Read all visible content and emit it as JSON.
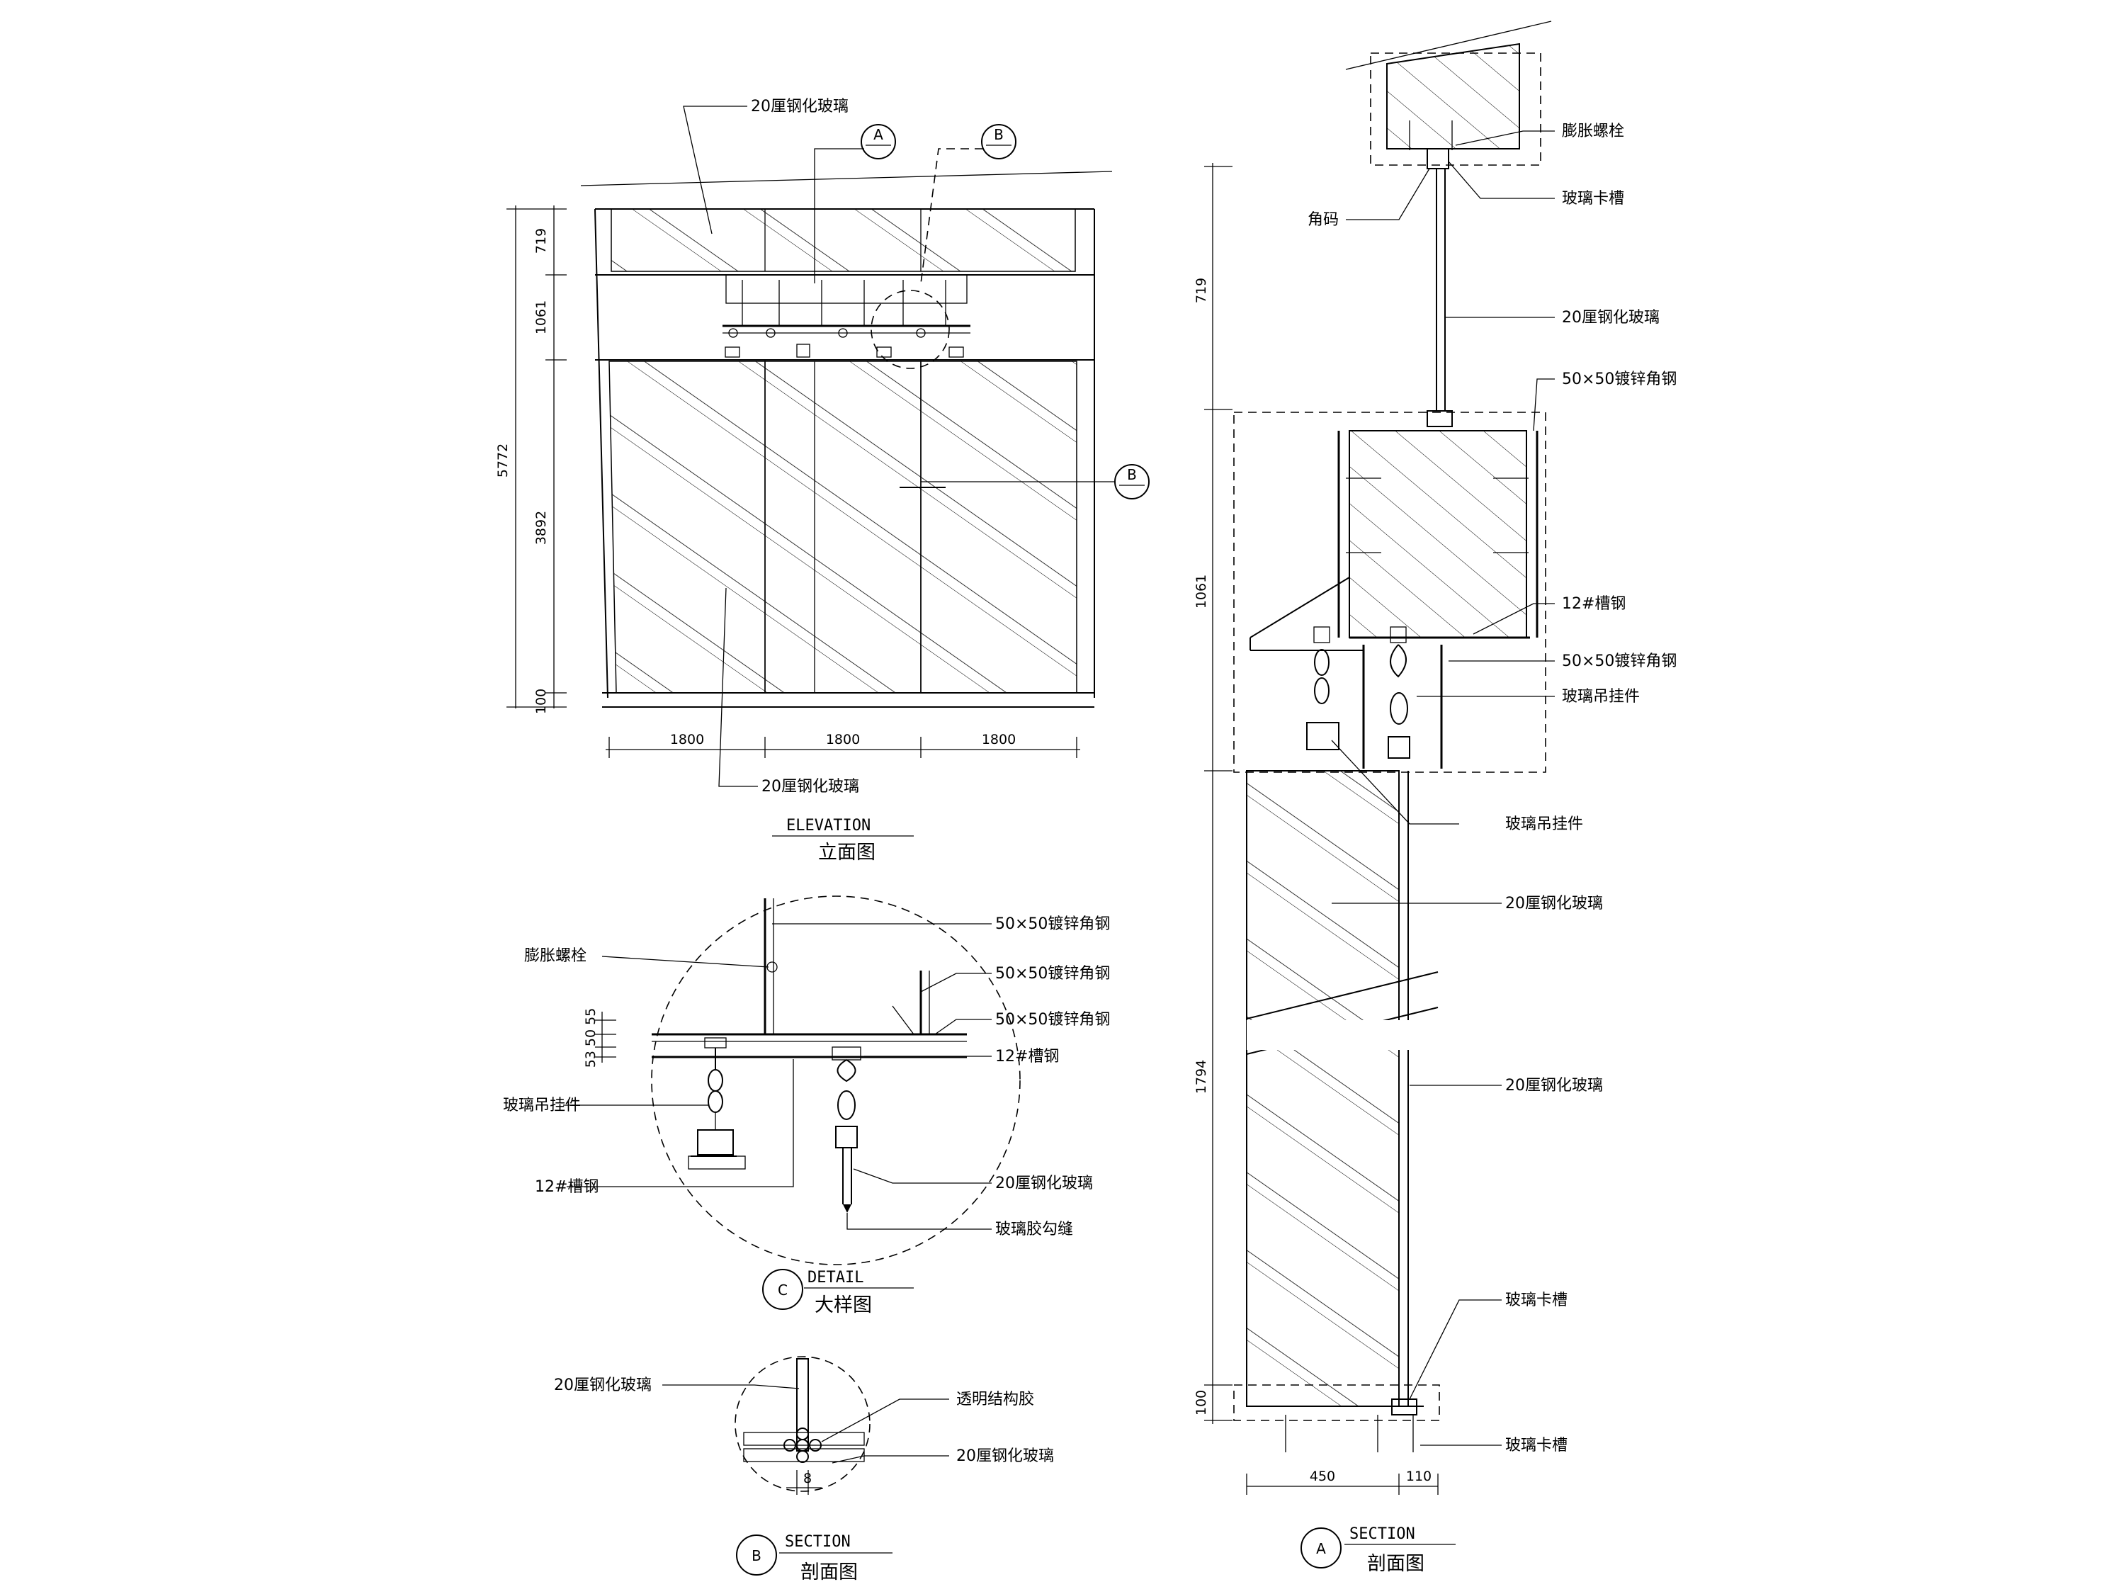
{
  "elevation": {
    "title_en": "ELEVATION",
    "title_cn": "立面图",
    "glass_label_top": "20厘钢化玻璃",
    "glass_label_bottom": "20厘钢化玻璃",
    "marker_a": "A",
    "marker_b": "B",
    "marker_b_side": "B",
    "dim_total": "5772",
    "dim_719": "719",
    "dim_1061": "1061",
    "dim_3892": "3892",
    "dim_100": "100",
    "widths": [
      "1800",
      "1800",
      "1800"
    ]
  },
  "detail": {
    "marker": "C",
    "title_en": "DETAIL",
    "title_cn": "大样图",
    "label_bolt": "膨胀螺栓",
    "label_angle_1": "50×50镀锌角钢",
    "label_angle_2": "50×50镀锌角钢",
    "label_angle_3": "50×50镀锌角钢",
    "label_channel_right": "12#槽钢",
    "label_hanger": "玻璃吊挂件",
    "label_channel_left": "12#槽钢",
    "label_glass": "20厘钢化玻璃",
    "label_sealant": "玻璃胶勾缝",
    "dims": "53 50 55"
  },
  "section_b": {
    "marker": "B",
    "title_en": "SECTION",
    "title_cn": "剖面图",
    "label_glass_left": "20厘钢化玻璃",
    "label_adhesive": "透明结构胶",
    "label_glass_right": "20厘钢化玻璃",
    "dim_gap": "8"
  },
  "section_a": {
    "marker": "A",
    "title_en": "SECTION",
    "title_cn": "剖面图",
    "label_bolt": "膨胀螺栓",
    "label_clip_top": "玻璃卡槽",
    "label_angle_code": "角码",
    "label_glass_top": "20厘钢化玻璃",
    "label_angle_top": "50×50镀锌角钢",
    "label_channel": "12#槽钢",
    "label_angle_mid": "50×50镀锌角钢",
    "label_hanger_1": "玻璃吊挂件",
    "label_hanger_2": "玻璃吊挂件",
    "label_glass_mid": "20厘钢化玻璃",
    "label_glass_low": "20厘钢化玻璃",
    "label_clip_bottom_1": "玻璃卡槽",
    "label_clip_bottom_2": "玻璃卡槽",
    "dim_719": "719",
    "dim_1061": "1061",
    "dim_1794": "1794",
    "dim_100": "100",
    "dim_450": "450",
    "dim_110": "110"
  }
}
